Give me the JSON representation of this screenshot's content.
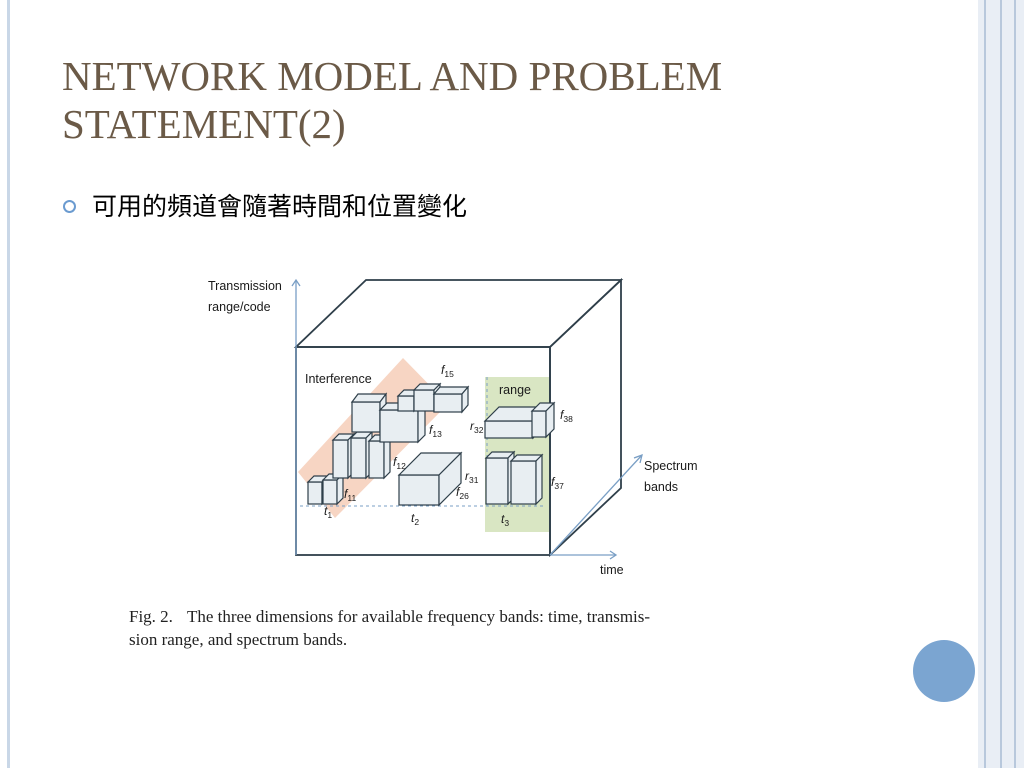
{
  "slide": {
    "title": "NETWORK MODEL AND PROBLEM STATEMENT(2)",
    "bullets": [
      "可用的頻道會隨著時間和位置變化"
    ]
  },
  "figure": {
    "axis_y": [
      "Transmission",
      "range/code"
    ],
    "axis_x": "time",
    "axis_z": [
      "Spectrum",
      "bands"
    ],
    "interference_label": "Interference",
    "range_label": "range",
    "labels": {
      "f11": [
        "f",
        "11"
      ],
      "f12": [
        "f",
        "12"
      ],
      "f13": [
        "f",
        "13"
      ],
      "f15": [
        "f",
        "15"
      ],
      "f26": [
        "f",
        "26"
      ],
      "f37": [
        "f",
        "37"
      ],
      "f38": [
        "f",
        "38"
      ],
      "r31": [
        "r",
        "31"
      ],
      "r32": [
        "r",
        "32"
      ],
      "t1": [
        "t",
        "1"
      ],
      "t2": [
        "t",
        "2"
      ],
      "t3": [
        "t",
        "3"
      ]
    }
  },
  "caption": {
    "label": "Fig. 2.",
    "lines": [
      "The three dimensions for available frequency bands: time, transmis-",
      "sion range, and spectrum bands."
    ]
  },
  "colors": {
    "title": "#6b5a47",
    "bullet": "#6b9bd0",
    "accent_circle": "#7ba5d1",
    "interference_band": "#f7d5c3",
    "range_band": "#d9e6c3",
    "box_front": "#e8eef2",
    "box_stroke": "#2f3f4a"
  }
}
